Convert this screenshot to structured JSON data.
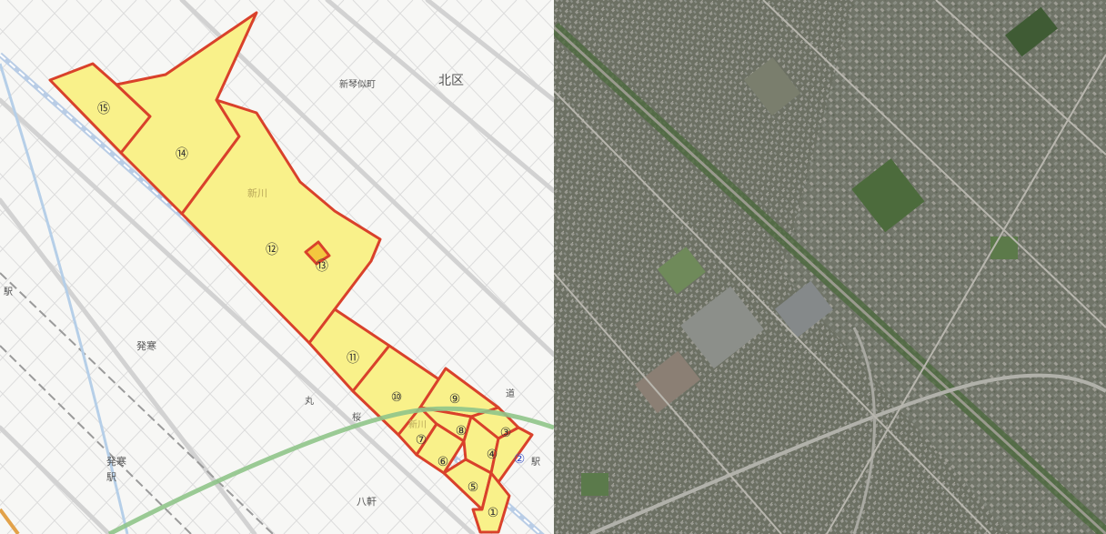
{
  "map": {
    "place_labels": {
      "kita_ku": "北区",
      "shinkotoni": "新琴似町",
      "shinkawa_area": "新川",
      "shinkawa_station_area": "新川",
      "hassamu": "発寒",
      "hassamu_station_line1": "発寒",
      "hassamu_station_line2": "駅",
      "hachiken": "八軒",
      "near_river_1": "桜",
      "near_river_2": "丸",
      "road_1": "道",
      "road_2": "駅",
      "left_edge": "駅"
    },
    "zone_numbers": [
      "①",
      "②",
      "③",
      "④",
      "⑤",
      "⑥",
      "⑦",
      "⑧",
      "⑨",
      "⑩",
      "⑪",
      "⑫",
      "⑬",
      "⑭",
      "⑮"
    ],
    "colors": {
      "zone_fill": "#f9f18a",
      "zone_border": "#d9412b",
      "rail_line": "#a9c6e3",
      "expressway": "#8fc48a",
      "road": "#d8d8d8"
    }
  },
  "photo": {
    "description_icon": "aerial-photo"
  }
}
